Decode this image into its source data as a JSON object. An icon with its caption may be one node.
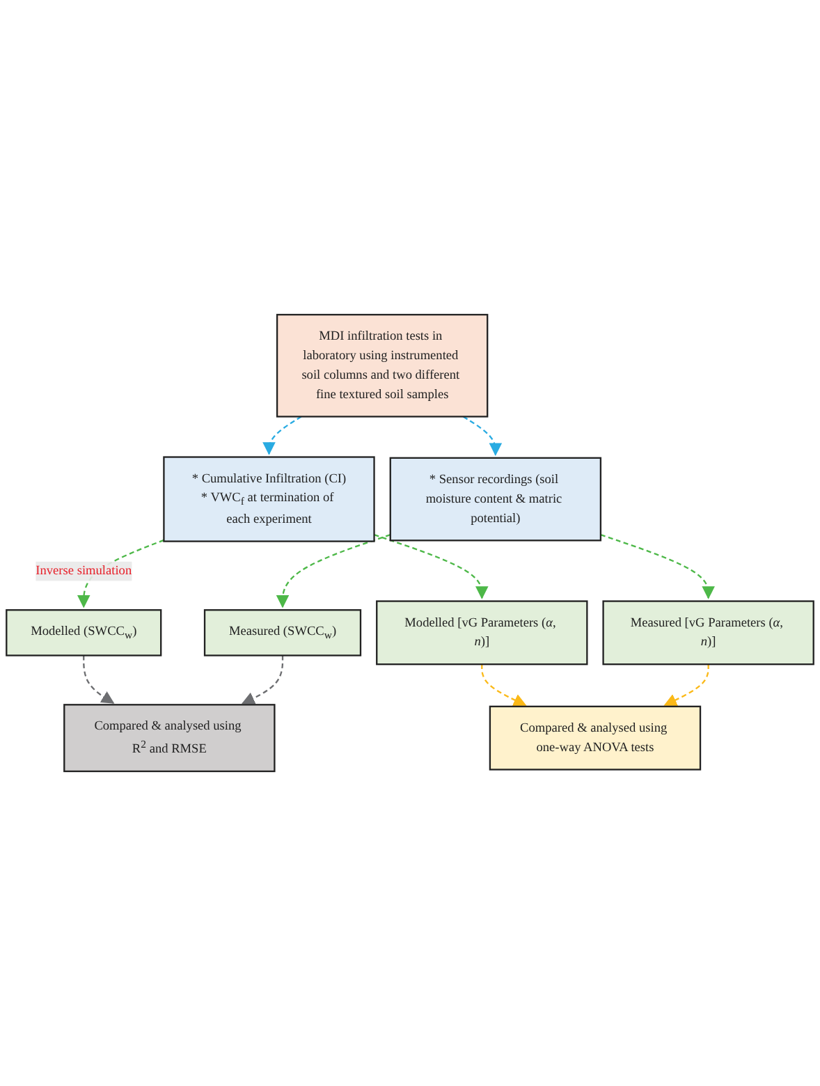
{
  "diagram": {
    "nodes": [
      {
        "text": [
          "MDI infiltration tests in laboratory using instrumented soil columns and two different fine textured soil samples"
        ]
      },
      {
        "text": [
          "* Cumulative Infiltration (CI)",
          "* VWC$_{f}$ at termination of each experiment"
        ]
      },
      {
        "text": [
          "* Sensor recordings (soil moisture content & matric potential)"
        ]
      },
      {
        "text": [
          "Modelled (SWCC$_{w}$)"
        ]
      },
      {
        "text": [
          "Modelled [vG Parameters (*α*, *n*)]"
        ]
      },
      {
        "text": [
          "Measured (SWCC$_{w}$)"
        ]
      },
      {
        "text": [
          "Measured [vG Parameters (*α*, *n*)]"
        ]
      },
      {
        "text": [
          "Compared & analysed using R$^{2}$ and RMSE"
        ]
      },
      {
        "text": [
          "Compared & analysed using one-way ANOVA tests"
        ]
      }
    ],
    "edges": [
      {
        "from": 0,
        "to": 1,
        "arrow": "to",
        "style": "dashed",
        "color": "#29abe2"
      },
      {
        "from": 0,
        "to": 2,
        "arrow": "to",
        "style": "dashed",
        "color": "#29abe2"
      },
      {
        "from": 1,
        "to": 3,
        "arrow": "to",
        "style": "dashed",
        "color": "#4db848",
        "label": "Inverse simulation"
      },
      {
        "from": 1,
        "to": 4,
        "arrow": "to",
        "style": "dashed",
        "color": "#4db848"
      },
      {
        "from": 2,
        "to": 5,
        "arrow": "to",
        "style": "dashed",
        "color": "#4db848"
      },
      {
        "from": 2,
        "to": 6,
        "arrow": "to",
        "style": "dashed",
        "color": "#4db848"
      },
      {
        "from": 3,
        "to": 7,
        "arrow": "to",
        "style": "dashed",
        "color": "#6d6e71"
      },
      {
        "from": 5,
        "to": 7,
        "arrow": "to",
        "style": "dashed",
        "color": "#6d6e71"
      },
      {
        "from": 4,
        "to": 8,
        "arrow": "to",
        "style": "dashed",
        "color": "#fbb917"
      },
      {
        "from": 6,
        "to": 8,
        "arrow": "to",
        "style": "dashed",
        "color": "#fbb917"
      }
    ]
  }
}
